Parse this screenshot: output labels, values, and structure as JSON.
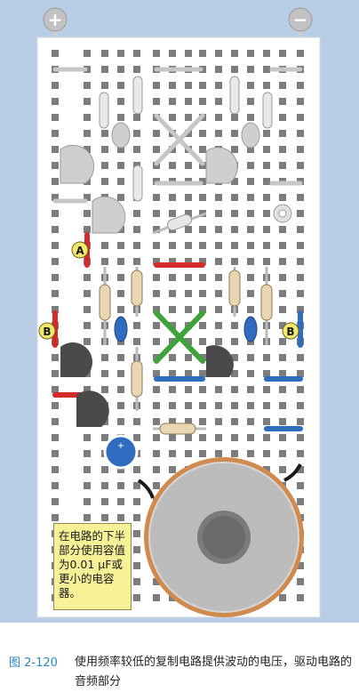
{
  "power": {
    "plus_symbol": "+",
    "minus_symbol": "−"
  },
  "point_labels": {
    "a": "A",
    "b_left": "B",
    "b_right": "B"
  },
  "capacitor_polarity": "+",
  "note_text": "在电路的下半部分使用容值为0.01 μF或更小的电容器。",
  "caption": {
    "figure_number": "图 2-120",
    "text": "使用频率较低的复制电路提供波动的电压，驱动电路的音频部分"
  },
  "colors": {
    "background": "#b9cde6",
    "board": "#ffffff",
    "hole": "#7d7d7d",
    "red_wire": "#d42a2a",
    "blue_wire": "#2f6bbf",
    "green_wire": "#3ea33a",
    "speaker_rim": "#cf8a4d",
    "label_yellow": "#f2e86a",
    "note_bg": "#f6f196",
    "caption_blue": "#2e86c1"
  }
}
